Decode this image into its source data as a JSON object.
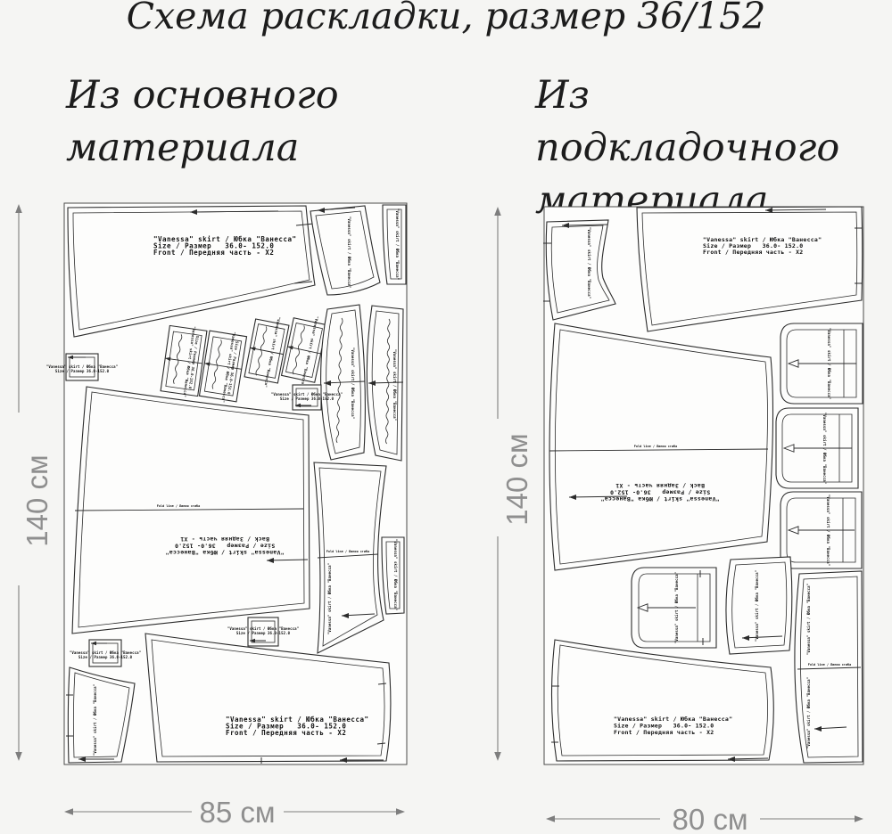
{
  "title": "Схема раскладки, размер 36/152",
  "panels": {
    "left": {
      "subtitle_line1": "Из основного",
      "subtitle_line2": "материала",
      "height_label": "140 см",
      "width_label": "85 см"
    },
    "right": {
      "subtitle_line1": "Из подкладочного",
      "subtitle_line2": "материала",
      "height_label": "140 см",
      "width_label": "80 см"
    }
  },
  "piece_labels": {
    "front": [
      "\"Vanessa\" skirt / Юбка \"Ванесса\"",
      "Size / Размер   36.0- 152.0",
      "Front / Передняя часть - X2"
    ],
    "back": [
      "\"Vanessa\" skirt / Юбка \"Ванесса\"",
      "Size / Размер   36.0- 152.0",
      "Back / Задняя часть - X1"
    ],
    "side": "\"Vanessa\" skirt / Юбка \"Ванесса\"",
    "side2": "Size / Размер 36.0-152.0",
    "fold_line": "Fold line / Линия сгиба"
  },
  "colors": {
    "line": "#2b2b2b",
    "dimension": "#8f8f8f",
    "background": "#f5f5f3"
  }
}
